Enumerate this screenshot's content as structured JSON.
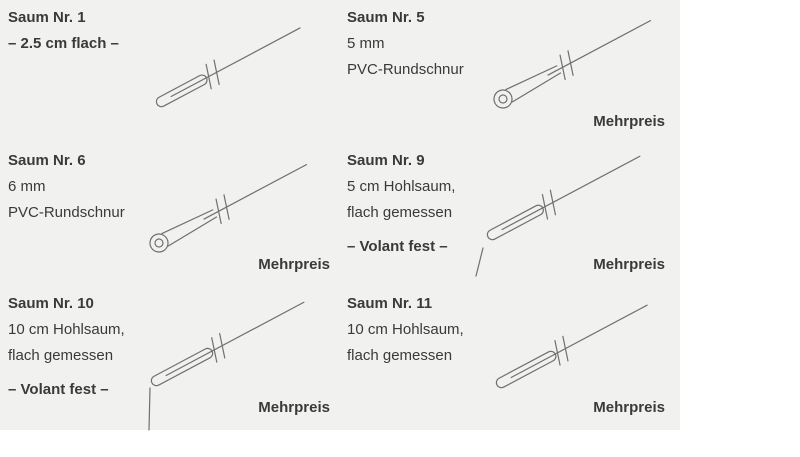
{
  "page": {
    "background": "#f1f1ef",
    "text_color": "#3a3a3a",
    "line_color": "#6f6f6f"
  },
  "cells": [
    {
      "title": "Saum Nr. 1",
      "lines": [],
      "note": "– 2.5 cm flach –",
      "price": "",
      "diagram": "flat-hem"
    },
    {
      "title": "Saum Nr. 5",
      "lines": [
        "5 mm",
        "PVC-Rundschnur"
      ],
      "note": "",
      "price": "Mehrpreis",
      "diagram": "round-cord-hem"
    },
    {
      "title": "Saum Nr. 6",
      "lines": [
        "6 mm",
        "PVC-Rundschnur"
      ],
      "note": "",
      "price": "Mehrpreis",
      "diagram": "round-cord-hem"
    },
    {
      "title": "Saum Nr. 9",
      "lines": [
        "5 cm Hohlsaum,",
        "flach gemessen"
      ],
      "note": "– Volant fest –",
      "price": "Mehrpreis",
      "diagram": "hollow-hem-volant"
    },
    {
      "title": "Saum Nr. 10",
      "lines": [
        "10 cm Hohlsaum,",
        "flach gemessen"
      ],
      "note": "– Volant fest –",
      "price": "Mehrpreis",
      "diagram": "hollow-hem-corner"
    },
    {
      "title": "Saum Nr. 11",
      "lines": [
        "10 cm Hohlsaum,",
        "flach gemessen"
      ],
      "note": "",
      "price": "Mehrpreis",
      "diagram": "hollow-hem"
    }
  ]
}
